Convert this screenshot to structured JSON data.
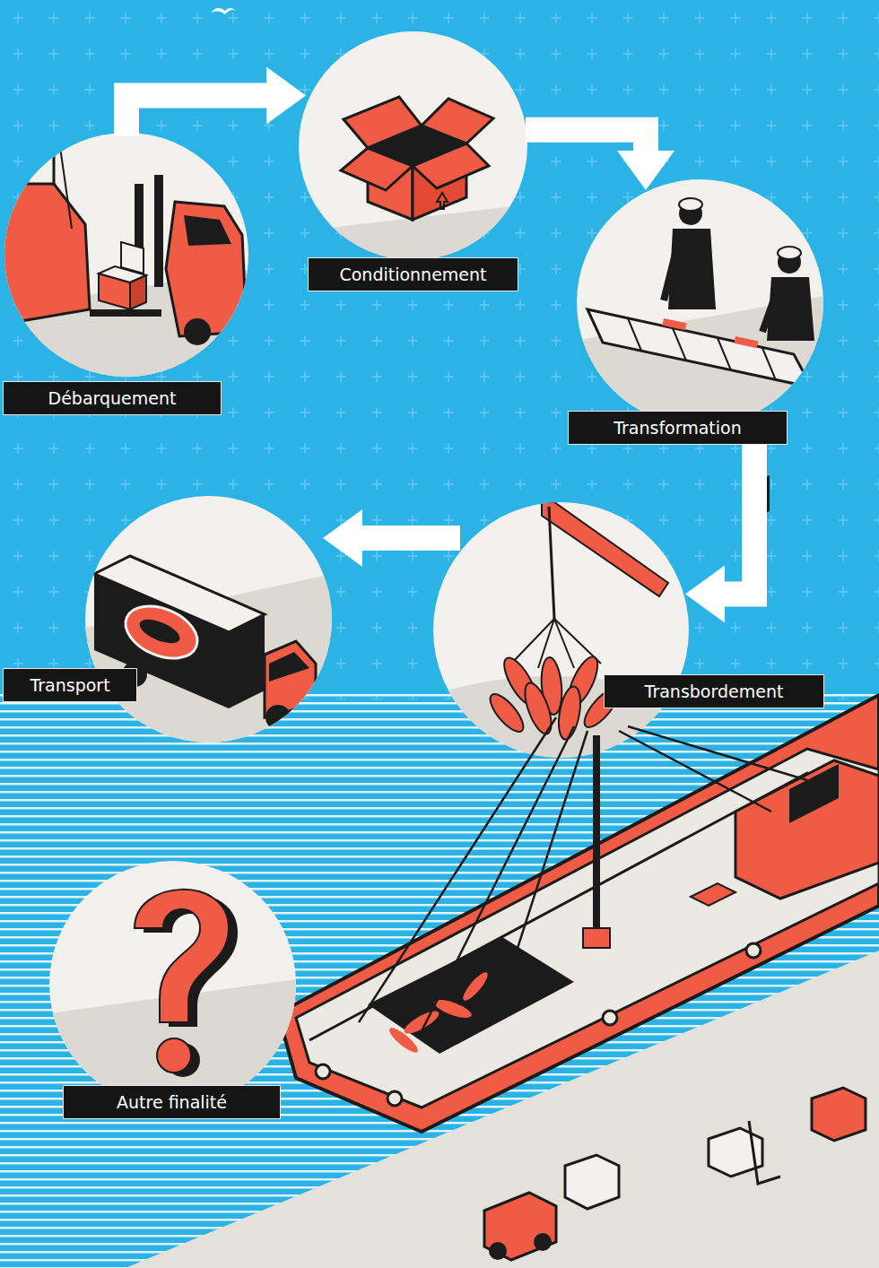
{
  "diagram": {
    "nodes": [
      {
        "text": [
          "Débarquement"
        ]
      },
      {
        "text": [
          "Conditionnement"
        ]
      },
      {
        "text": [
          "Transformation"
        ]
      },
      {
        "text": [
          "Transbordement"
        ]
      },
      {
        "text": [
          "Transport"
        ]
      },
      {
        "text": [
          "Autre finalité"
        ]
      }
    ],
    "edges": [
      {
        "from": 0,
        "to": 1,
        "arrow": "to"
      },
      {
        "from": 1,
        "to": 2,
        "arrow": "to"
      },
      {
        "from": 2,
        "to": 3,
        "arrow": "to"
      },
      {
        "from": 3,
        "to": 4,
        "arrow": "to"
      }
    ]
  }
}
